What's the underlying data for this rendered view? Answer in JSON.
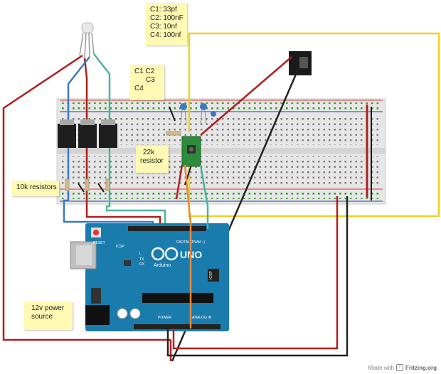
{
  "notes": {
    "caps": [
      "C1: 33pf",
      "C2: 100nF",
      "C3: 10nf",
      "C4: 100nf"
    ],
    "caps_labels": [
      "C1 C2",
      "C3",
      "C4"
    ],
    "resistor_22k": [
      "22k",
      "resistor"
    ],
    "resistors_10k": "10k resistors",
    "power": [
      "12v power",
      "source"
    ]
  },
  "arduino": {
    "brand": "UNO",
    "name": "Arduino",
    "reset": "RESET",
    "icsp": "ICSP",
    "icsp2": "ICSP",
    "digital": "DIGITAL (PWM ~)",
    "analog": "ANALOG IN",
    "power_hdr": "POWER",
    "tx": "TX",
    "rx": "RX",
    "l": "L"
  },
  "credit": {
    "prefix": "Made with",
    "brand": "Fritzing.org"
  },
  "colors": {
    "breadboard": "#e9e9e9",
    "board": "#1a7bad",
    "wire_red": "#b01e1e",
    "wire_blue": "#3a78c8",
    "wire_green": "#4ab59a",
    "wire_yellow": "#f0d020",
    "wire_black": "#222222",
    "wire_orange": "#e8883a"
  }
}
